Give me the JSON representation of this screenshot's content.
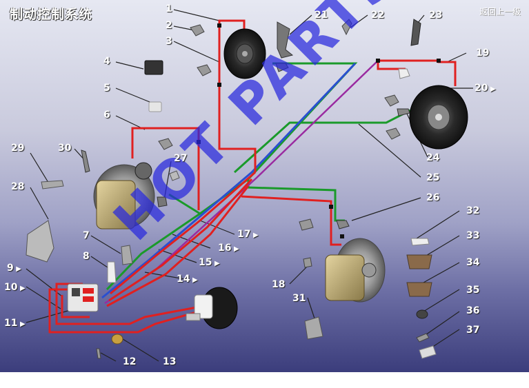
{
  "header": {
    "title": "制动控制系统",
    "back_link": "返回上一级"
  },
  "watermark": "HOT PARTS",
  "colors": {
    "brake_line_red": "#e02020",
    "brake_line_green": "#1a9a2a",
    "brake_line_blue": "#2a4fd0",
    "brake_line_purple": "#9a2aa0",
    "watermark": "#2828dc"
  },
  "callouts": [
    {
      "num": "1",
      "arrow": false
    },
    {
      "num": "2",
      "arrow": false
    },
    {
      "num": "3",
      "arrow": false
    },
    {
      "num": "4",
      "arrow": false
    },
    {
      "num": "5",
      "arrow": false
    },
    {
      "num": "6",
      "arrow": false
    },
    {
      "num": "7",
      "arrow": false
    },
    {
      "num": "8",
      "arrow": false
    },
    {
      "num": "9",
      "arrow": true
    },
    {
      "num": "10",
      "arrow": true
    },
    {
      "num": "11",
      "arrow": true
    },
    {
      "num": "12",
      "arrow": false
    },
    {
      "num": "13",
      "arrow": false
    },
    {
      "num": "14",
      "arrow": true
    },
    {
      "num": "15",
      "arrow": true
    },
    {
      "num": "16",
      "arrow": true
    },
    {
      "num": "17",
      "arrow": true
    },
    {
      "num": "18",
      "arrow": false
    },
    {
      "num": "19",
      "arrow": false
    },
    {
      "num": "20",
      "arrow": true
    },
    {
      "num": "21",
      "arrow": false
    },
    {
      "num": "22",
      "arrow": false
    },
    {
      "num": "23",
      "arrow": false
    },
    {
      "num": "24",
      "arrow": false
    },
    {
      "num": "25",
      "arrow": false
    },
    {
      "num": "26",
      "arrow": false
    },
    {
      "num": "27",
      "arrow": false
    },
    {
      "num": "28",
      "arrow": false
    },
    {
      "num": "29",
      "arrow": false
    },
    {
      "num": "30",
      "arrow": false
    },
    {
      "num": "31",
      "arrow": false
    },
    {
      "num": "32",
      "arrow": false
    },
    {
      "num": "33",
      "arrow": false
    },
    {
      "num": "34",
      "arrow": false
    },
    {
      "num": "35",
      "arrow": false
    },
    {
      "num": "36",
      "arrow": false
    },
    {
      "num": "37",
      "arrow": false
    }
  ]
}
